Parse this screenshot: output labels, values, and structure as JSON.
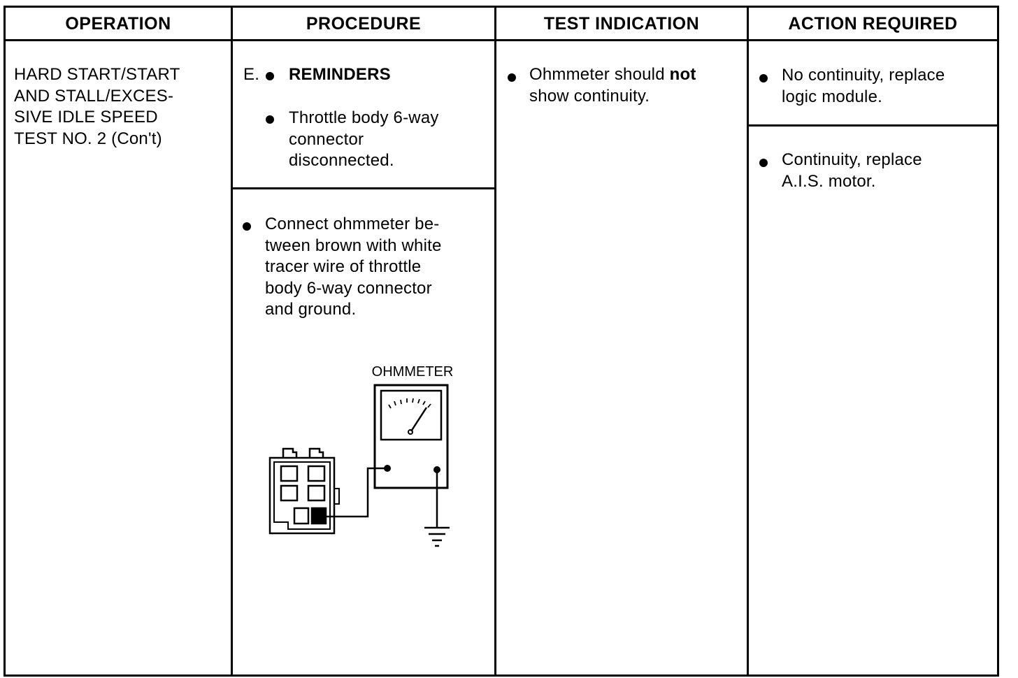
{
  "headers": {
    "operation": "OPERATION",
    "procedure": "PROCEDURE",
    "test_indication": "TEST INDICATION",
    "action_required": "ACTION REQUIRED"
  },
  "operation": {
    "lines": [
      "HARD START/START",
      "AND STALL/EXCES-",
      "SIVE IDLE SPEED",
      "TEST NO. 2 (Con't)"
    ]
  },
  "procedure": {
    "step_letter": "E.",
    "reminders_title": "REMINDERS",
    "reminder_lines": [
      "Throttle body 6-way",
      "connector",
      "disconnected."
    ],
    "connect_lines": [
      "Connect ohmmeter be-",
      "tween brown with white",
      "tracer wire of throttle",
      "body 6-way connector",
      "and ground."
    ],
    "diagram_label": "OHMMETER"
  },
  "test_indication": {
    "line1_prefix": "Ohmmeter should ",
    "line1_bold": "not",
    "line2": "show continuity."
  },
  "action_required": {
    "no_continuity_lines": [
      "No continuity, replace",
      "logic module."
    ],
    "continuity_lines": [
      "Continuity, replace",
      "A.I.S. motor."
    ]
  }
}
